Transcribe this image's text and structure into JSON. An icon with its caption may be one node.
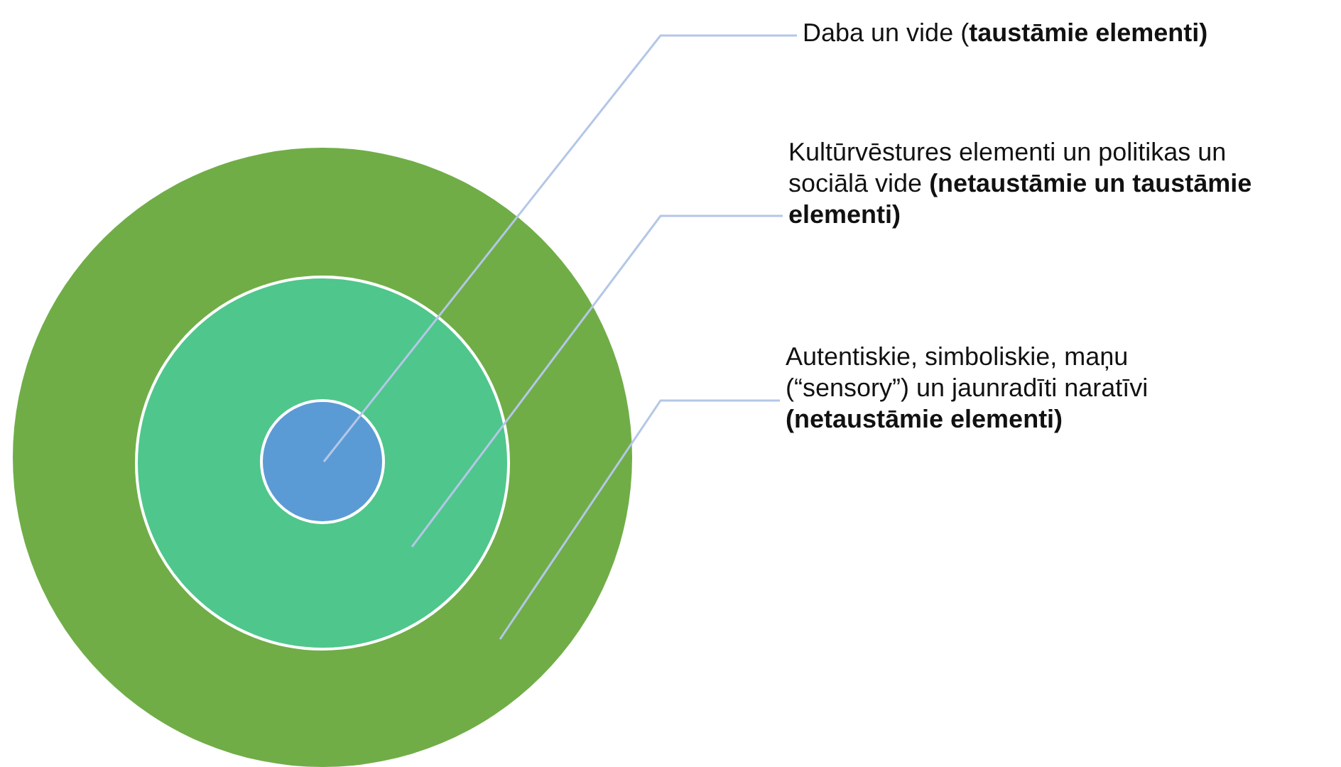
{
  "diagram": {
    "nodes": [
      {
        "text": [],
        "shape": "circle"
      },
      {
        "text": [],
        "shape": "circle",
        "in": 0
      },
      {
        "text": [],
        "shape": "circle",
        "in": 1
      },
      {
        "text": [
          "Daba un vide (**taustāmie elementi)**"
        ]
      },
      {
        "text": [
          "Kultūrvēstures elementi un politikas un sociālā vide **(netaustāmie un taustāmie elementi)**"
        ]
      },
      {
        "text": [
          "Autentiskie, simboliskie, maņu (“sensory”) un jaunradīti naratīvi **(netaustāmie elementi)**"
        ]
      }
    ],
    "edges": [
      {
        "from": 3,
        "to": 2,
        "arrow": "none"
      },
      {
        "from": 4,
        "to": 1,
        "arrow": "none"
      },
      {
        "from": 5,
        "to": 0,
        "arrow": "none"
      }
    ]
  }
}
